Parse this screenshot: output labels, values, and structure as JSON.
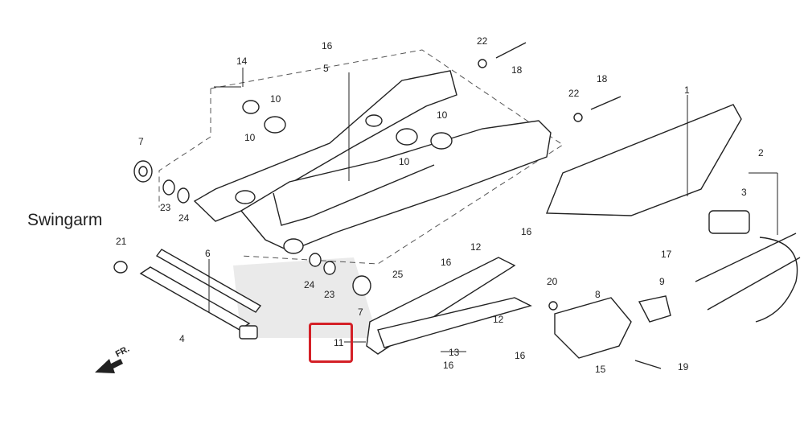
{
  "diagram": {
    "title": "Swingarm",
    "direction_label": "FR.",
    "highlight_color": "#d42027",
    "highlighted_callout": "11",
    "callouts": [
      "1",
      "2",
      "3",
      "4",
      "5",
      "6",
      "7",
      "7",
      "8",
      "9",
      "10",
      "10",
      "10",
      "10",
      "11",
      "12",
      "12",
      "13",
      "14",
      "15",
      "16",
      "16",
      "16",
      "16",
      "16",
      "17",
      "18",
      "18",
      "19",
      "20",
      "21",
      "22",
      "22",
      "23",
      "23",
      "24",
      "24",
      "25"
    ]
  }
}
